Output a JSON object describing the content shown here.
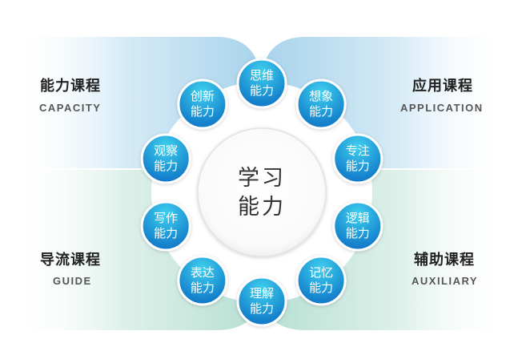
{
  "center": {
    "line1": "学习",
    "line2": "能力"
  },
  "quadrants": [
    {
      "cn": "能力课程",
      "en": "CAPACITY"
    },
    {
      "cn": "应用课程",
      "en": "APPLICATION"
    },
    {
      "cn": "导流课程",
      "en": "GUIDE"
    },
    {
      "cn": "辅助课程",
      "en": "AUXILIARY"
    }
  ],
  "abilities": [
    {
      "line1": "思维",
      "line2": "能力"
    },
    {
      "line1": "想象",
      "line2": "能力"
    },
    {
      "line1": "专注",
      "line2": "能力"
    },
    {
      "line1": "逻辑",
      "line2": "能力"
    },
    {
      "line1": "记忆",
      "line2": "能力"
    },
    {
      "line1": "理解",
      "line2": "能力"
    },
    {
      "line1": "表达",
      "line2": "能力"
    },
    {
      "line1": "写作",
      "line2": "能力"
    },
    {
      "line1": "观察",
      "line2": "能力"
    },
    {
      "line1": "创新",
      "line2": "能力"
    }
  ],
  "colors": {
    "bubble_top": "#34c6ea",
    "bubble_bottom": "#0a78c8",
    "quad_top": "#b9dcef",
    "quad_bottom": "#c5e4dc"
  }
}
